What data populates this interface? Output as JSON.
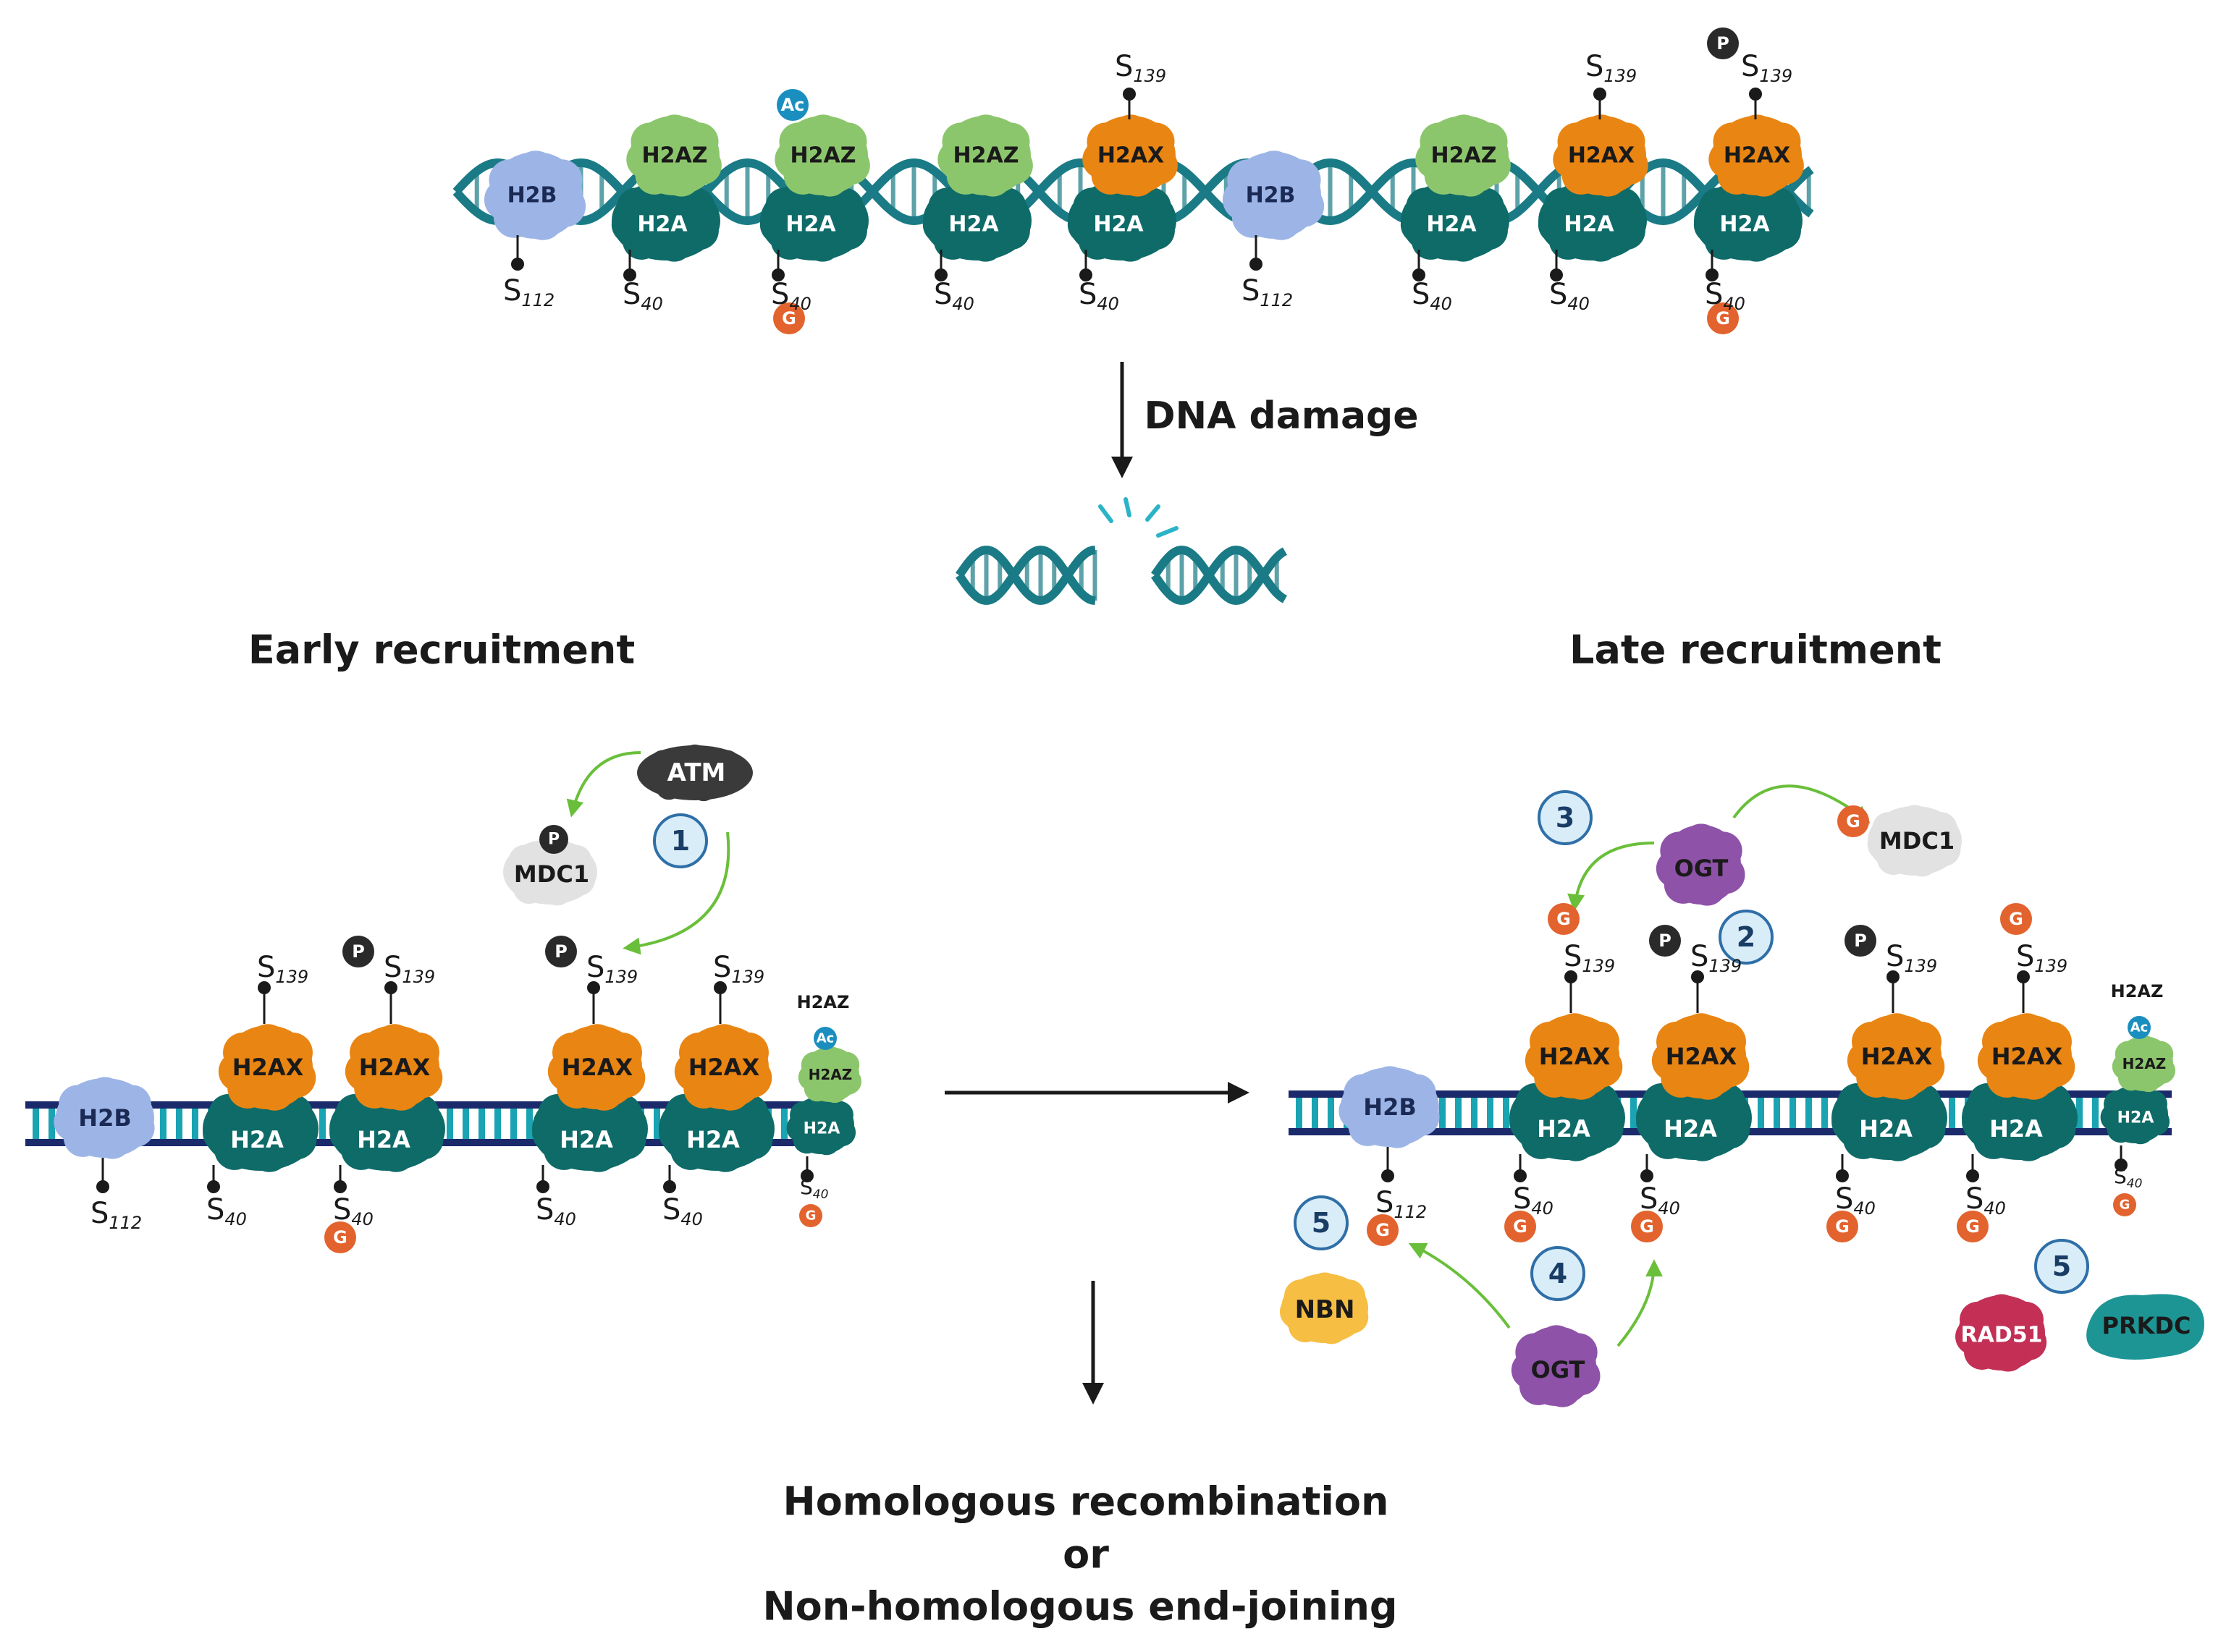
{
  "labels": {
    "dna_damage": "DNA damage",
    "early": "Early recruitment",
    "late": "Late recruitment",
    "outcome_line1": "Homologous recombination",
    "outcome_line2": "or",
    "outcome_line3": "Non-homologous end-joining"
  },
  "proteins": {
    "h2b": "H2B",
    "h2az": "H2AZ",
    "h2ax": "H2AX",
    "h2a": "H2A",
    "atm": "ATM",
    "mdc1": "MDC1",
    "ogt": "OGT",
    "nbn": "NBN",
    "rad51": "RAD51",
    "prkdc": "PRKDC"
  },
  "sites": {
    "s_letter": "S",
    "s112": "112",
    "s40": "40",
    "s139": "139"
  },
  "marks": {
    "phospho": "P",
    "glcnac": "G",
    "acetyl": "Ac"
  },
  "steps": [
    "1",
    "2",
    "3",
    "4",
    "5",
    "5"
  ],
  "colors": {
    "h2b": "#9db5e6",
    "h2az": "#8cc66c",
    "h2ax": "#e98512",
    "h2a": "#0e6b68",
    "dna": "#1a7b86",
    "track": "#1b2a6b",
    "rung": "#1aa3b2",
    "atm": "#3a3a3a",
    "mdc1": "#e2e2e2",
    "ogt": "#8e52a8",
    "nbn": "#f6be42",
    "rad51": "#c32f55",
    "prkdc": "#1e9595",
    "phospho": "#2a2a2a",
    "glcnac": "#e2632e",
    "acetyl": "#1a8fbf",
    "step": "#d9edf8",
    "step_stroke": "#2f6fa8",
    "arrow_green": "#6abf3a"
  }
}
